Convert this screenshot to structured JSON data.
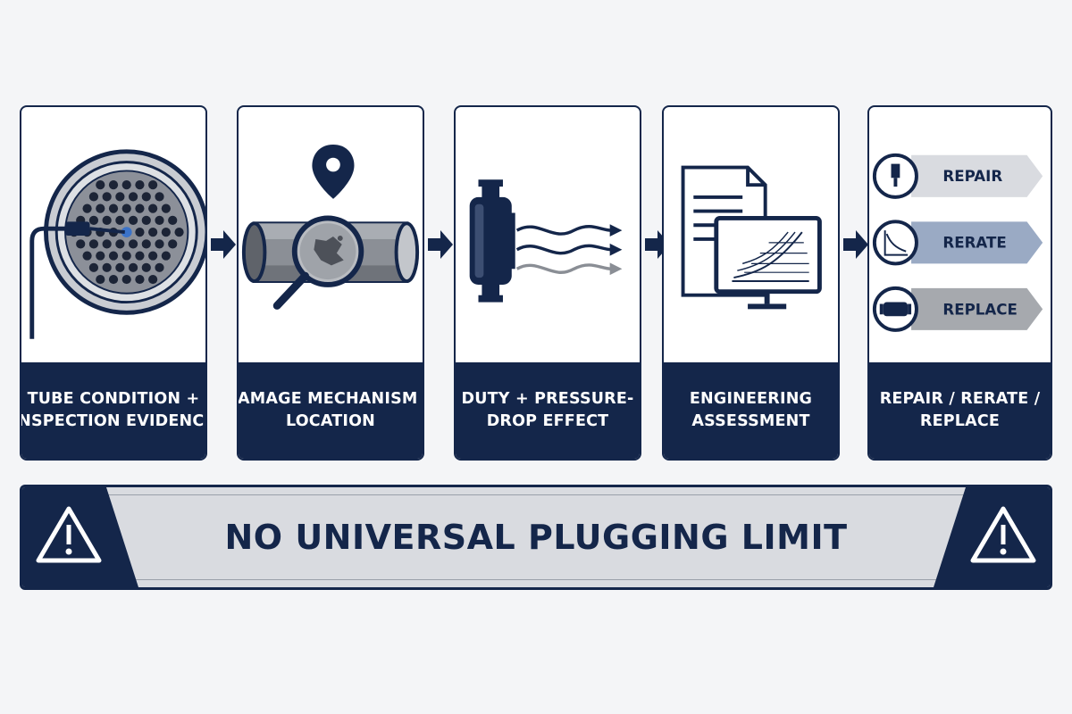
{
  "steps": [
    {
      "line1": "TUBE CONDITION +",
      "line2": "INSPECTION EVIDENCE",
      "icon": "tubesheet-inspection-icon"
    },
    {
      "line1": "DAMAGE MECHANISM +",
      "line2": "LOCATION",
      "icon": "magnified-tube-damage-icon"
    },
    {
      "line1": "DUTY + PRESSURE-",
      "line2": "DROP EFFECT",
      "icon": "heat-exchanger-flow-icon"
    },
    {
      "line1": "ENGINEERING",
      "line2": "ASSESSMENT",
      "icon": "document-monitor-chart-icon"
    },
    {
      "line1": "REPAIR / RERATE /",
      "line2": "REPLACE",
      "icon": "decision-options-icon"
    }
  ],
  "options": [
    {
      "label": "REPAIR",
      "icon": "tube-plug-icon",
      "color": "#d9dbe0"
    },
    {
      "label": "RERATE",
      "icon": "declining-curve-icon",
      "color": "#9aaac4"
    },
    {
      "label": "REPLACE",
      "icon": "new-bundle-icon",
      "color": "#a6a9ae"
    }
  ],
  "banner": {
    "text": "NO UNIVERSAL PLUGGING LIMIT"
  },
  "colors": {
    "navy": "#14264a",
    "panel": "#ffffff",
    "background": "#f4f5f7",
    "banner": "#d9dbe0"
  }
}
